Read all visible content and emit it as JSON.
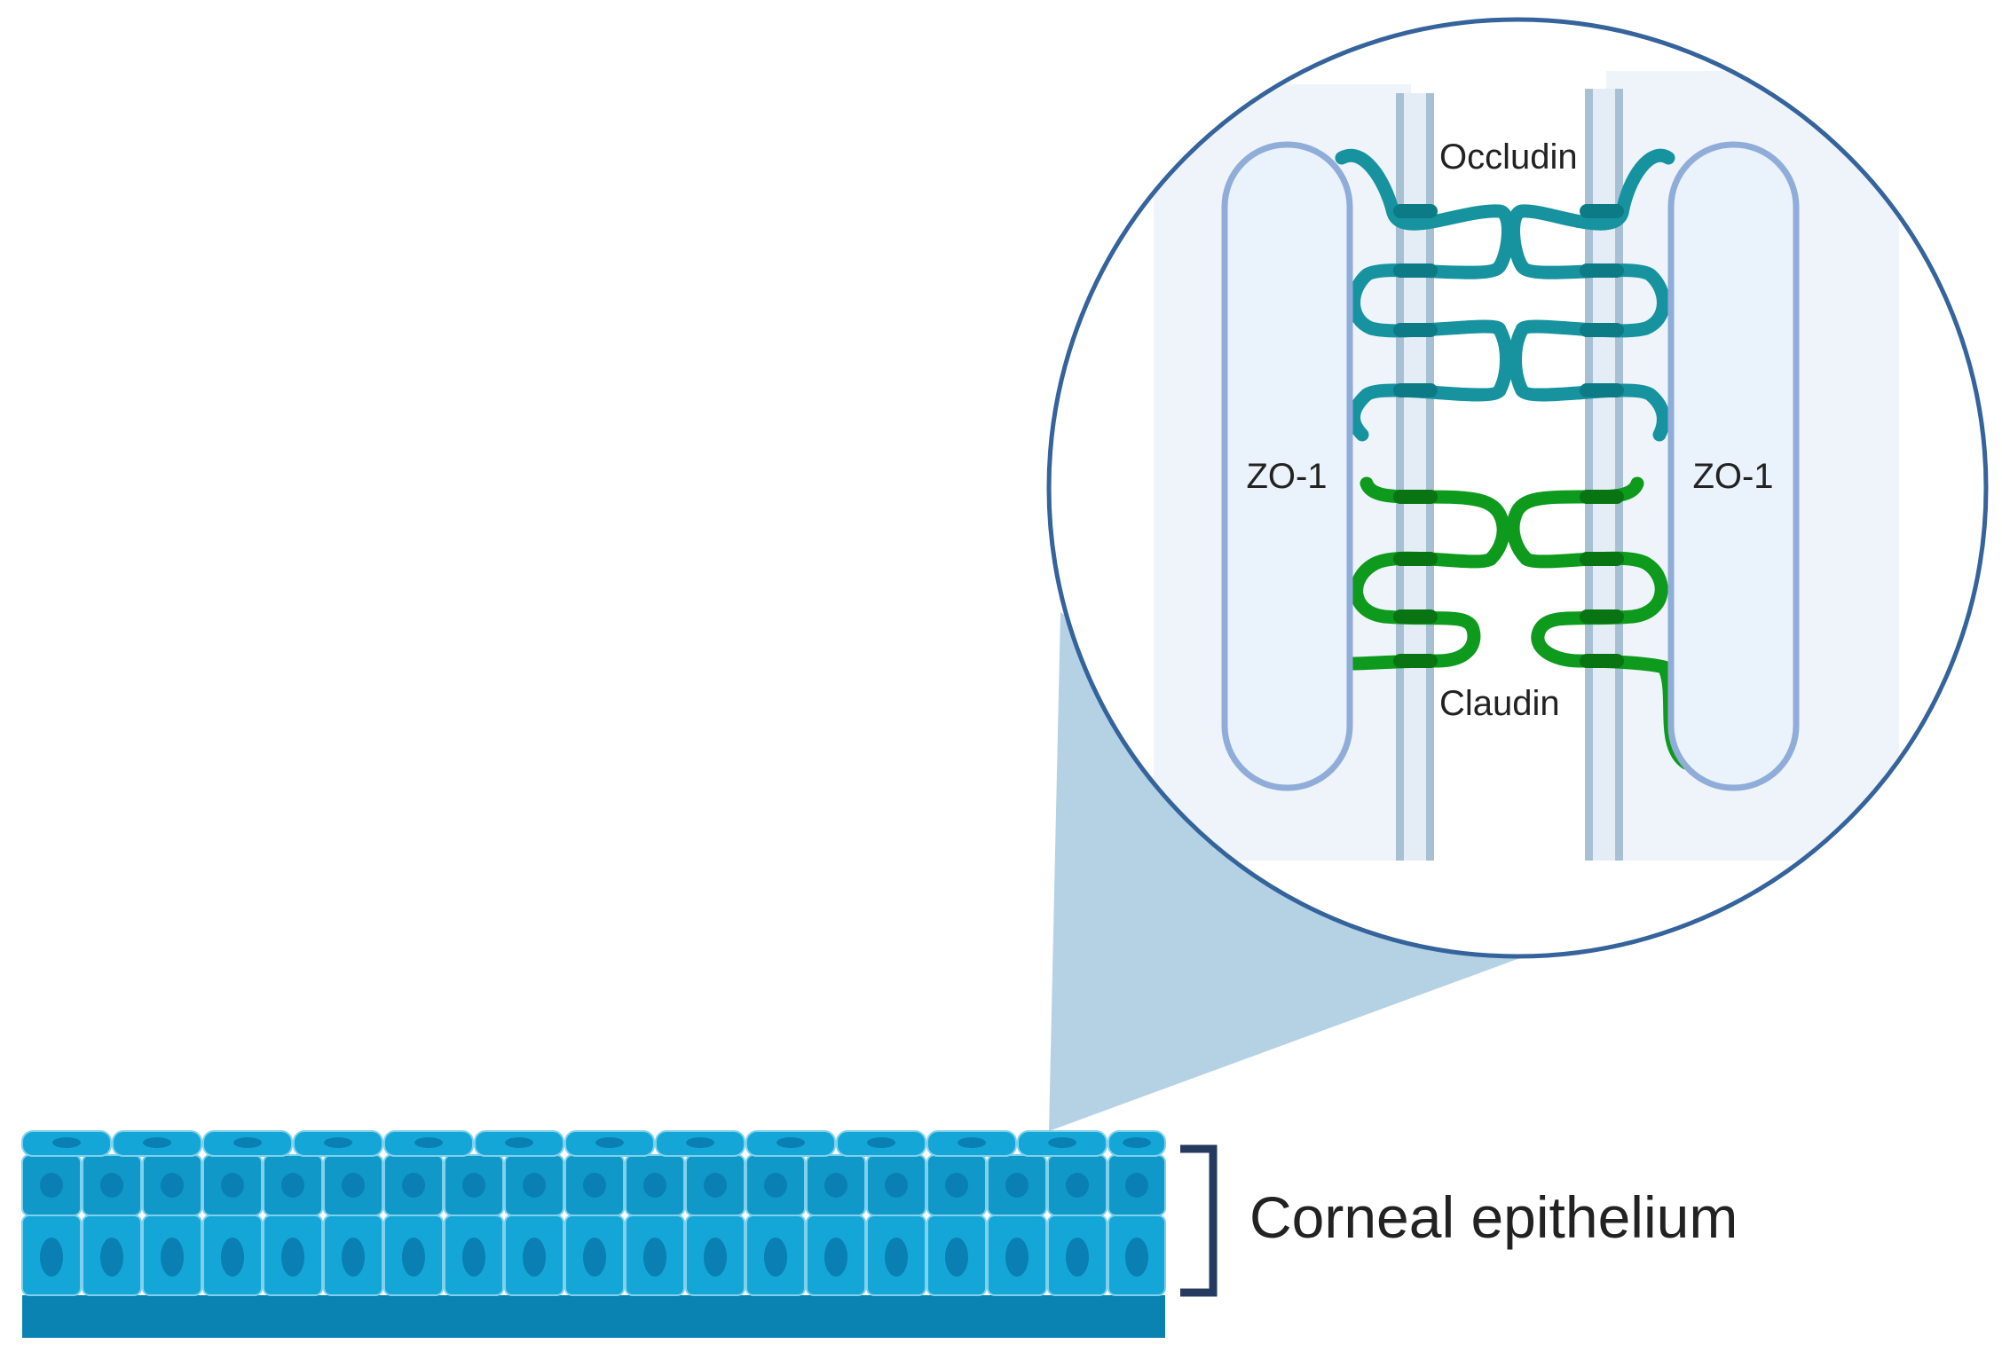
{
  "labels": {
    "tissue": "Corneal epithelium",
    "protein_top": "Occludin",
    "protein_bottom": "Claudin",
    "scaffold_left": "ZO-1",
    "scaffold_right": "ZO-1"
  },
  "colors": {
    "background": "#ffffff",
    "cell_light": "#14a6d6",
    "cell_mid": "#0f98c8",
    "cell_border": "#7fd0ec",
    "nucleus": "#0a7fb3",
    "basement": "#0a83b3",
    "zoom_cone": "#b4d2e4",
    "circle_stroke": "#35639c",
    "circle_fill": "#ffffff",
    "panel_fill": "#eef4fa",
    "membrane": "#a8c0d4",
    "membrane_inner": "#e4edf6",
    "zo1_fill": "#eaf2fb",
    "zo1_stroke": "#90acd8",
    "occludin": "#17939f",
    "occludin_dark": "#0c7b86",
    "claudin": "#0e9a1c",
    "claudin_dark": "#087512",
    "bracket": "#263a60"
  }
}
